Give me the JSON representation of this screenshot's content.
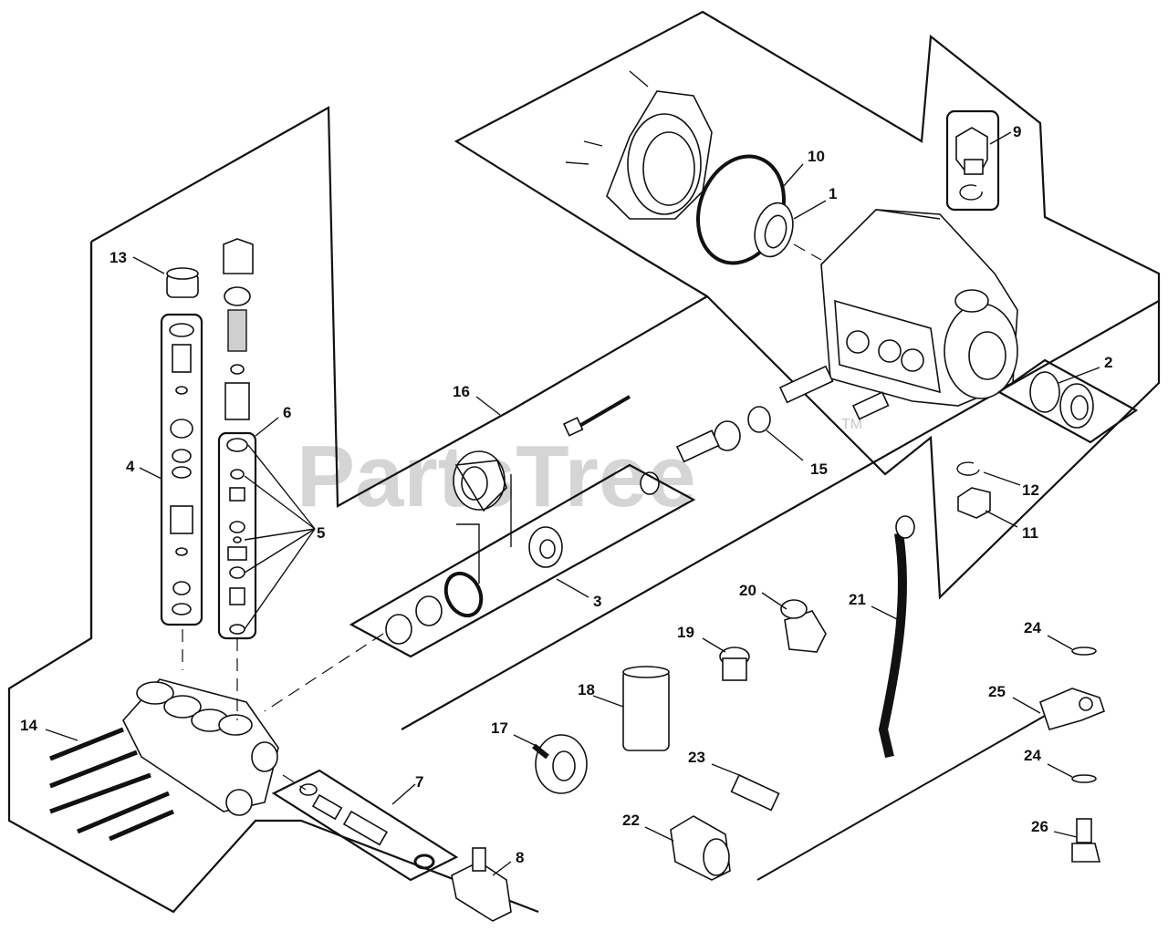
{
  "watermark": {
    "brand": "PartsTree",
    "trademark": "TM"
  },
  "callouts": {
    "c1": "1",
    "c2": "2",
    "c3": "3",
    "c4": "4",
    "c5": "5",
    "c6": "6",
    "c7": "7",
    "c8": "8",
    "c9": "9",
    "c10": "10",
    "c11": "11",
    "c12": "12",
    "c13": "13",
    "c14": "14",
    "c15": "15",
    "c16": "16",
    "c17": "17",
    "c18": "18",
    "c19": "19",
    "c20": "20",
    "c21": "21",
    "c22": "22",
    "c23": "23",
    "c24a": "24",
    "c24b": "24",
    "c25": "25",
    "c26": "26"
  }
}
